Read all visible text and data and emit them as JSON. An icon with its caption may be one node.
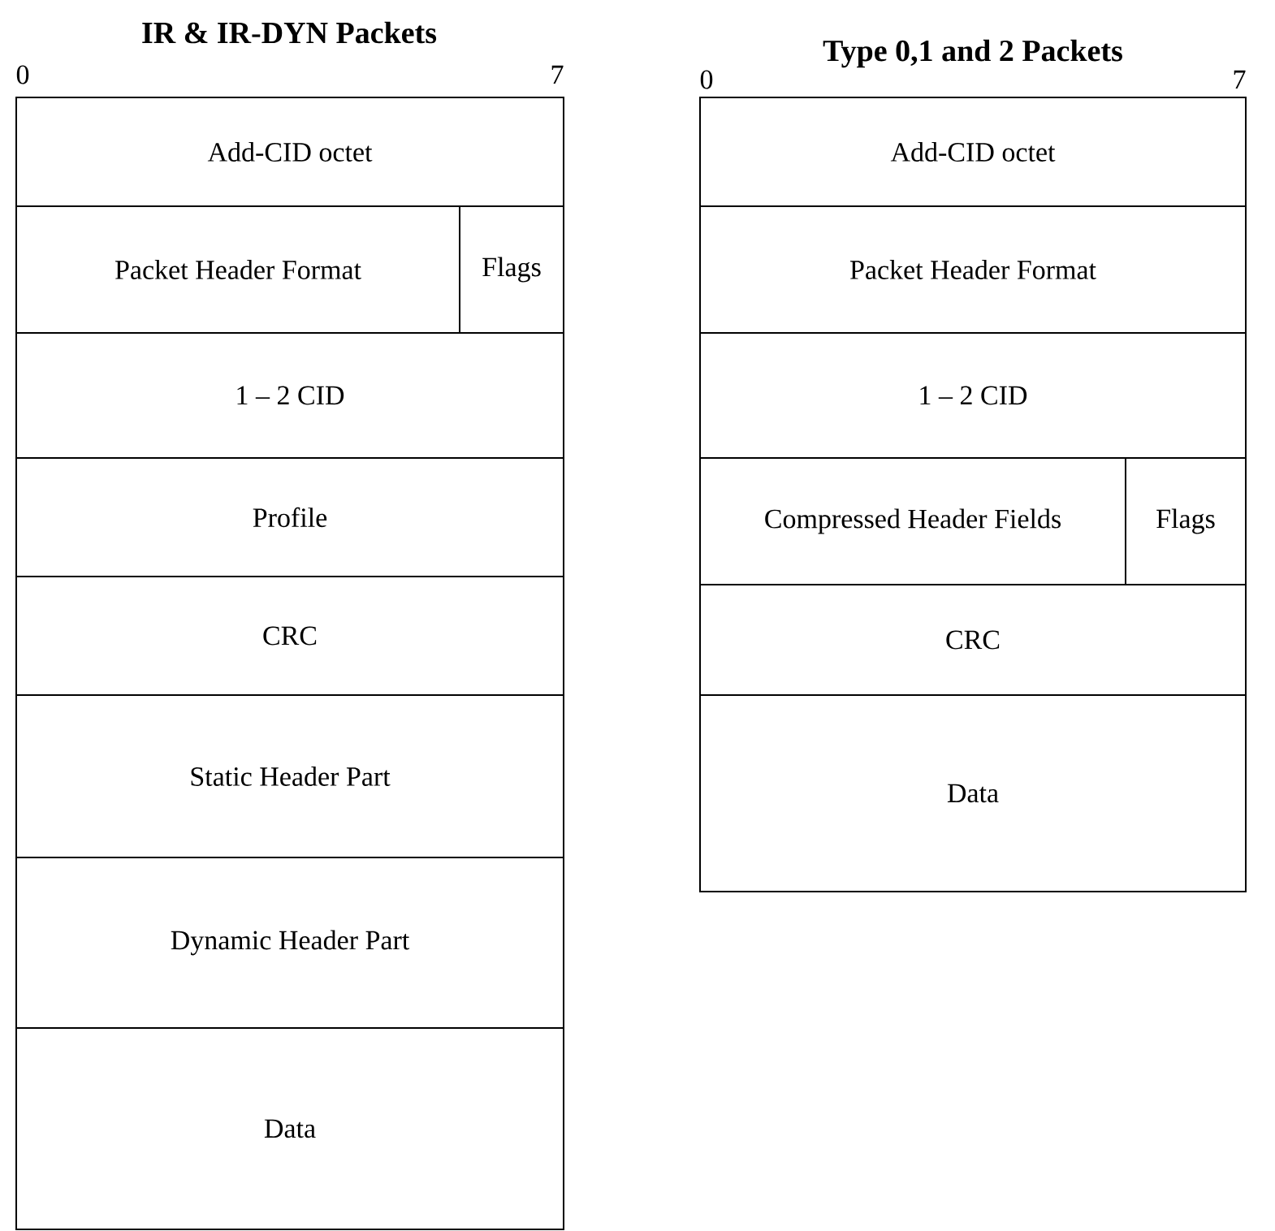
{
  "diagram": {
    "nodes": [
      {
        "text": [
          "Add-CID octet"
        ]
      },
      {
        "text": [
          "Packet Header Format"
        ]
      },
      {
        "text": [
          "Flags"
        ]
      },
      {
        "text": [
          "1 – 2 CID"
        ]
      },
      {
        "text": [
          "Profile"
        ]
      },
      {
        "text": [
          "CRC"
        ]
      },
      {
        "text": [
          "Static Header Part"
        ]
      },
      {
        "text": [
          "Dynamic Header Part"
        ]
      },
      {
        "text": [
          "Data"
        ]
      },
      {
        "text": [
          "Add-CID octet"
        ]
      },
      {
        "text": [
          "Packet Header Format"
        ]
      },
      {
        "text": [
          "1 – 2 CID"
        ]
      },
      {
        "text": [
          "Compressed Header Fields"
        ]
      },
      {
        "text": [
          "Flags"
        ]
      },
      {
        "text": [
          "CRC"
        ]
      },
      {
        "text": [
          "Data"
        ]
      }
    ],
    "edges": [],
    "labels": [
      "IR & IR-DYN Packets",
      "0",
      "7",
      "Type 0,1 and 2 Packets",
      "0",
      "7"
    ]
  }
}
